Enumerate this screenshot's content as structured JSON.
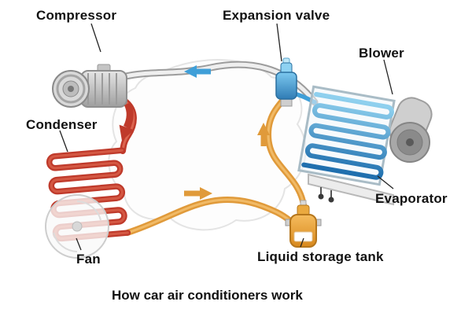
{
  "caption": "How car air conditioners work",
  "labels": {
    "compressor": "Compressor",
    "expansion_valve": "Expansion valve",
    "blower": "Blower",
    "condenser": "Condenser",
    "evaporator": "Evaporator",
    "fan": "Fan",
    "liquid_storage_tank": "Liquid storage tank"
  },
  "colors": {
    "hot": "#bf3a2b",
    "warm": "#e09a3a",
    "cold": "#3f9fd8",
    "metal": "#b9b9b9",
    "ink": "#151515"
  },
  "flow_arrows": [
    {
      "name": "cold-gas-to-compressor-arrow",
      "direction": "left",
      "color": "#3f9fd8"
    },
    {
      "name": "hot-gas-to-condenser-arrow",
      "direction": "down",
      "color": "#bf3a2b"
    },
    {
      "name": "liquid-to-storage-tank-arrow",
      "direction": "right",
      "color": "#e09a3a"
    },
    {
      "name": "liquid-to-expansion-valve-arrow",
      "direction": "up",
      "color": "#e09a3a"
    }
  ]
}
